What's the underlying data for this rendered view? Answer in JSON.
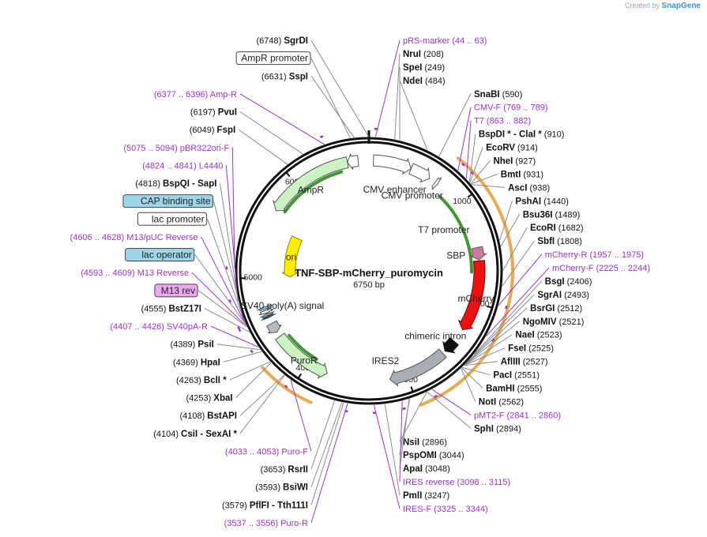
{
  "credit": {
    "prefix": "Created by",
    "brand": "SnapGene"
  },
  "plasmid": {
    "name": "TNF-SBP-mCherry_puromycin",
    "length": "6750 bp",
    "total": 6750
  },
  "ticks": [
    {
      "pos": 1000,
      "label": "1000"
    },
    {
      "pos": 2000,
      "label": "2000"
    },
    {
      "pos": 3000,
      "label": "3000"
    },
    {
      "pos": 4000,
      "label": "4000"
    },
    {
      "pos": 5000,
      "label": "5000"
    },
    {
      "pos": 6000,
      "label": "6000"
    }
  ],
  "features": [
    {
      "name": "CMV enhancer",
      "start": 44,
      "end": 420,
      "ring": "outer",
      "dir": 1,
      "color": "#ffffff",
      "stroke": "#555555"
    },
    {
      "name": "CMV promoter",
      "start": 421,
      "end": 625,
      "ring": "outer",
      "dir": 1,
      "color": "#ffffff",
      "stroke": "#555555"
    },
    {
      "name": "T7 promoter",
      "start": 690,
      "end": 720,
      "ring": "outer",
      "dir": 1,
      "color": "#ffffff",
      "stroke": "#555555"
    },
    {
      "name": "SBP",
      "start": 1460,
      "end": 1580,
      "ring": "outer",
      "dir": 1,
      "color": "#c87c9c",
      "stroke": "#7a4a60"
    },
    {
      "name": "mCherry",
      "start": 1590,
      "end": 2290,
      "ring": "outer",
      "dir": 1,
      "color": "#ee1111",
      "stroke": "#7a0000"
    },
    {
      "name": "chimeric intron",
      "start": 2430,
      "end": 2560,
      "ring": "outer",
      "dir": 1,
      "color": "#111111",
      "stroke": "#111111"
    },
    {
      "name": "IRES2",
      "start": 2590,
      "end": 3170,
      "ring": "outer",
      "dir": 1,
      "color": "#a7adb3",
      "stroke": "#555555"
    },
    {
      "name": "PuroR",
      "start": 3790,
      "end": 4380,
      "ring": "outer",
      "dir": -1,
      "color": "#ccf2c4",
      "stroke": "#555555"
    },
    {
      "name": "SV40 poly(A) signal",
      "start": 4430,
      "end": 4530,
      "ring": "outer",
      "dir": -1,
      "color": "#b8bcbf",
      "stroke": "#555555"
    },
    {
      "name": "M13 rev",
      "start": 4593,
      "end": 4609,
      "ring": "outer",
      "dir": -1,
      "color": "#444444",
      "stroke": "#444444"
    },
    {
      "name": "lac operator",
      "start": 4617,
      "end": 4633,
      "ring": "outer",
      "dir": 1,
      "color": "#9fd5e8",
      "stroke": "#335566"
    },
    {
      "name": "lac promoter",
      "start": 4641,
      "end": 4671,
      "ring": "outer",
      "dir": -1,
      "color": "#ffffff",
      "stroke": "#333333"
    },
    {
      "name": "CAP binding site",
      "start": 4686,
      "end": 4707,
      "ring": "outer",
      "dir": 1,
      "color": "#9fd5e8",
      "stroke": "#335566"
    },
    {
      "name": "ori",
      "start": 4980,
      "end": 5520,
      "ring": "inner",
      "dir": -1,
      "color": "#ffee00",
      "stroke": "#888800"
    },
    {
      "name": "AmpR",
      "start": 5680,
      "end": 6540,
      "ring": "outer",
      "dir": -1,
      "color": "#ccf2c4",
      "stroke": "#555555"
    },
    {
      "name": "AmpR promoter",
      "start": 6541,
      "end": 6645,
      "ring": "outer",
      "dir": -1,
      "color": "#ffffff",
      "stroke": "#555555"
    }
  ],
  "orfs": [
    {
      "start": 720,
      "end": 2980,
      "color": "#e6a23c",
      "dir": 1
    },
    {
      "start": 820,
      "end": 1700,
      "color": "#2e8b1e",
      "dir": 1
    },
    {
      "start": 3820,
      "end": 4270,
      "color": "#e6a23c",
      "dir": -1
    },
    {
      "start": 3950,
      "end": 4330,
      "color": "#2e8b1e",
      "dir": -1
    },
    {
      "start": 5720,
      "end": 6460,
      "color": "#2e8b1e",
      "dir": -1
    }
  ],
  "left_labels": [
    {
      "kind": "enzyme",
      "pos": 6748,
      "num": "(6748)",
      "name": "SgrDI"
    },
    {
      "kind": "feature",
      "pos": 6600,
      "name": "AmpR promoter"
    },
    {
      "kind": "enzyme",
      "pos": 6631,
      "num": "(6631)",
      "name": "SspI"
    },
    {
      "kind": "primer",
      "pos": 6386,
      "text": "(6377 .. 6396)  Amp-R"
    },
    {
      "kind": "enzyme",
      "pos": 6197,
      "num": "(6197)",
      "name": "PvuI"
    },
    {
      "kind": "enzyme",
      "pos": 6049,
      "num": "(6049)",
      "name": "FspI"
    },
    {
      "kind": "primer",
      "pos": 5084,
      "text": "(5075 .. 5094)  pBR322ori-F"
    },
    {
      "kind": "primer",
      "pos": 4832,
      "text": "(4824 .. 4841)  L4440"
    },
    {
      "kind": "enzyme",
      "pos": 4818,
      "num": "(4818)",
      "name": "BspQI  -  SapI"
    },
    {
      "kind": "feature",
      "pos": 4696,
      "name": "CAP binding site",
      "fill": "#9fd5e8"
    },
    {
      "kind": "feature",
      "pos": 4656,
      "name": "lac promoter"
    },
    {
      "kind": "primer",
      "pos": 4617,
      "text": "(4606 .. 4628)  M13/pUC Reverse"
    },
    {
      "kind": "feature",
      "pos": 4625,
      "name": "lac operator",
      "fill": "#9fd5e8"
    },
    {
      "kind": "primer",
      "pos": 4601,
      "text": "(4593 .. 4609)  M13 Reverse"
    },
    {
      "kind": "feature",
      "pos": 4601,
      "name": "M13 rev",
      "fill": "#e9a9ee"
    },
    {
      "kind": "enzyme",
      "pos": 4555,
      "num": "(4555)",
      "name": "BstZ17I"
    },
    {
      "kind": "primer",
      "pos": 4416,
      "text": "(4407 .. 4426)  SV40pA-R"
    },
    {
      "kind": "enzyme",
      "pos": 4389,
      "num": "(4389)",
      "name": "PsiI"
    },
    {
      "kind": "enzyme",
      "pos": 4369,
      "num": "(4369)",
      "name": "HpaI"
    },
    {
      "kind": "enzyme",
      "pos": 4263,
      "num": "(4263)",
      "name": "BclI *"
    },
    {
      "kind": "enzyme",
      "pos": 4253,
      "num": "(4253)",
      "name": "XbaI"
    },
    {
      "kind": "enzyme",
      "pos": 4108,
      "num": "(4108)",
      "name": "BstAPI"
    },
    {
      "kind": "enzyme",
      "pos": 4104,
      "num": "(4104)",
      "name": "CsiI  -  SexAI *"
    },
    {
      "kind": "primer",
      "pos": 4043,
      "text": "(4033 .. 4053)  Puro-F"
    },
    {
      "kind": "enzyme",
      "pos": 3653,
      "num": "(3653)",
      "name": "RsrII"
    },
    {
      "kind": "enzyme",
      "pos": 3593,
      "num": "(3593)",
      "name": "BsiWI"
    },
    {
      "kind": "enzyme",
      "pos": 3579,
      "num": "(3579)",
      "name": "PflFI  -  Tth111I"
    },
    {
      "kind": "primer",
      "pos": 3546,
      "text": "(3537 .. 3556)  Puro-R"
    }
  ],
  "right_labels": [
    {
      "kind": "primer",
      "pos": 53,
      "text": "pRS-marker     (44 .. 63)"
    },
    {
      "kind": "enzyme",
      "pos": 208,
      "name": "NruI",
      "num": "(208)"
    },
    {
      "kind": "enzyme",
      "pos": 249,
      "name": "SpeI",
      "num": "(249)"
    },
    {
      "kind": "enzyme",
      "pos": 484,
      "name": "NdeI",
      "num": "(484)"
    },
    {
      "kind": "enzyme",
      "pos": 590,
      "name": "SnaBI",
      "num": "(590)"
    },
    {
      "kind": "primer",
      "pos": 779,
      "text": "CMV-F     (769 .. 789)"
    },
    {
      "kind": "primer",
      "pos": 872,
      "text": "T7     (863 .. 882)"
    },
    {
      "kind": "enzyme",
      "pos": 910,
      "name": "BspDI *  -  ClaI *",
      "num": "(910)"
    },
    {
      "kind": "enzyme",
      "pos": 914,
      "name": "EcoRV",
      "num": "(914)"
    },
    {
      "kind": "enzyme",
      "pos": 927,
      "name": "NheI",
      "num": "(927)"
    },
    {
      "kind": "enzyme",
      "pos": 931,
      "name": "BmtI",
      "num": "(931)"
    },
    {
      "kind": "enzyme",
      "pos": 938,
      "name": "AscI",
      "num": "(938)"
    },
    {
      "kind": "enzyme",
      "pos": 1440,
      "name": "PshAI",
      "num": "(1440)"
    },
    {
      "kind": "enzyme",
      "pos": 1489,
      "name": "Bsu36I",
      "num": "(1489)"
    },
    {
      "kind": "enzyme",
      "pos": 1682,
      "name": "EcoRI",
      "num": "(1682)"
    },
    {
      "kind": "enzyme",
      "pos": 1808,
      "name": "SbfI",
      "num": "(1808)"
    },
    {
      "kind": "primer",
      "pos": 1966,
      "text": "mCherry-R     (1957 .. 1975)"
    },
    {
      "kind": "primer",
      "pos": 2234,
      "text": "mCherry-F     (2225 .. 2244)"
    },
    {
      "kind": "enzyme",
      "pos": 2406,
      "name": "BsgI",
      "num": "(2406)"
    },
    {
      "kind": "enzyme",
      "pos": 2493,
      "name": "SgrAI",
      "num": "(2493)"
    },
    {
      "kind": "enzyme",
      "pos": 2512,
      "name": "BsrGI",
      "num": "(2512)"
    },
    {
      "kind": "enzyme",
      "pos": 2521,
      "name": "NgoMIV",
      "num": "(2521)"
    },
    {
      "kind": "enzyme",
      "pos": 2523,
      "name": "NaeI",
      "num": "(2523)"
    },
    {
      "kind": "enzyme",
      "pos": 2525,
      "name": "FseI",
      "num": "(2525)"
    },
    {
      "kind": "enzyme",
      "pos": 2527,
      "name": "AflIII",
      "num": "(2527)"
    },
    {
      "kind": "enzyme",
      "pos": 2551,
      "name": "PacI",
      "num": "(2551)"
    },
    {
      "kind": "enzyme",
      "pos": 2555,
      "name": "BamHI",
      "num": "(2555)"
    },
    {
      "kind": "enzyme",
      "pos": 2562,
      "name": "NotI",
      "num": "(2562)"
    },
    {
      "kind": "primer",
      "pos": 2850,
      "text": "pMT2-F     (2841 .. 2860)"
    },
    {
      "kind": "enzyme",
      "pos": 2894,
      "name": "SphI",
      "num": "(2894)"
    },
    {
      "kind": "enzyme",
      "pos": 2896,
      "name": "NsiI",
      "num": "(2896)"
    },
    {
      "kind": "enzyme",
      "pos": 3044,
      "name": "PspOMI",
      "num": "(3044)"
    },
    {
      "kind": "enzyme",
      "pos": 3048,
      "name": "ApaI",
      "num": "(3048)"
    },
    {
      "kind": "primer",
      "pos": 3106,
      "text": "IRES reverse     (3098 .. 3115)"
    },
    {
      "kind": "enzyme",
      "pos": 3247,
      "name": "PmlI",
      "num": "(3247)"
    },
    {
      "kind": "primer",
      "pos": 3334,
      "text": "IRES-F     (3325 .. 3344)"
    }
  ],
  "colors": {
    "enzyme_line": "#8a8a8a",
    "primer": "#9b30d9",
    "backbone": "#111111"
  }
}
